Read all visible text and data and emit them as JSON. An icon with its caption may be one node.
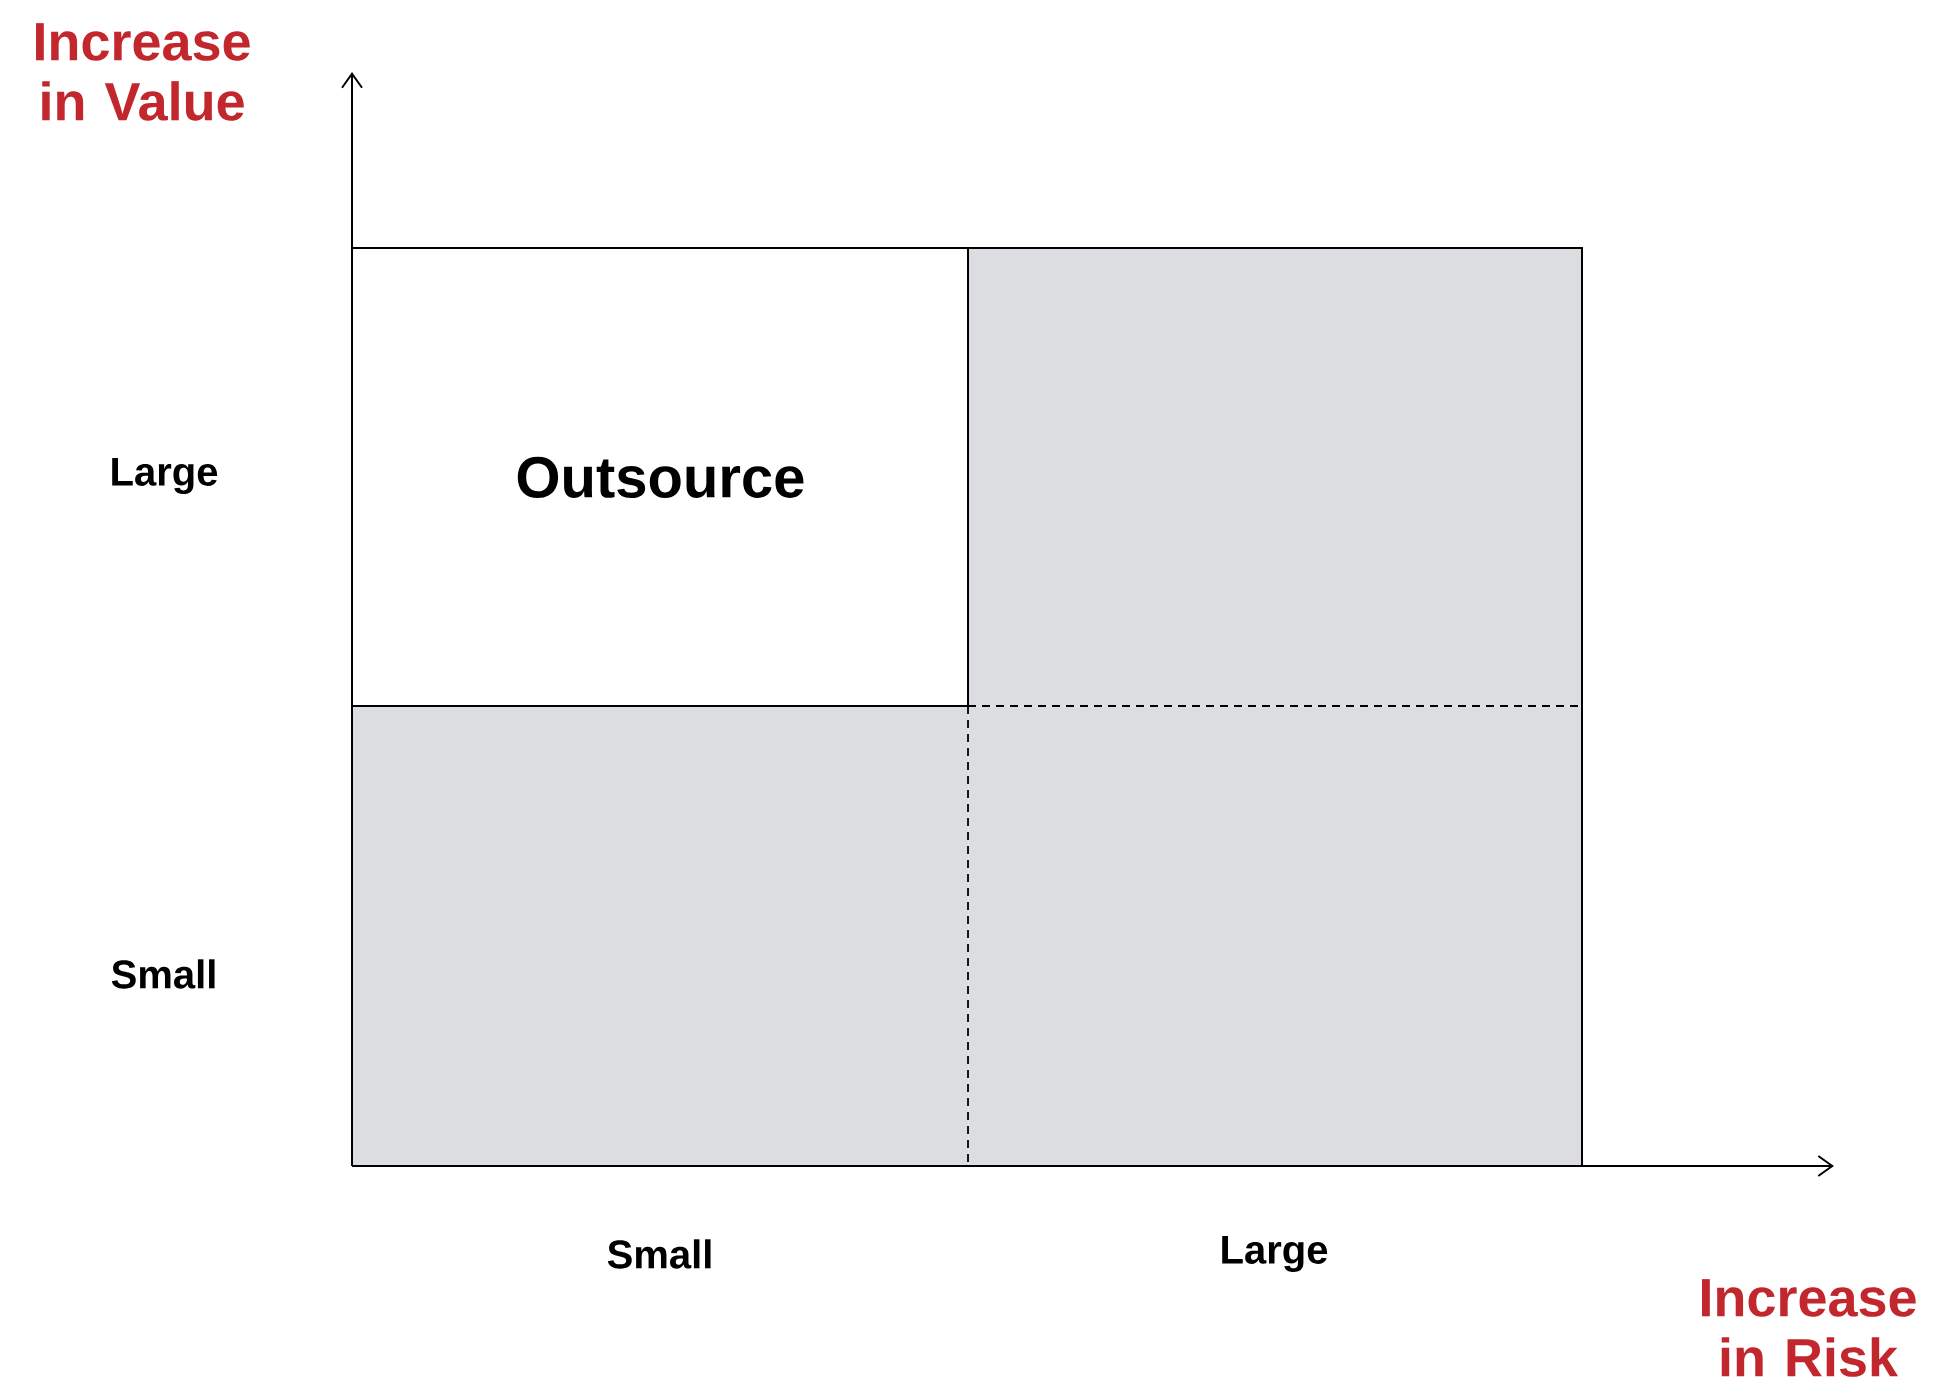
{
  "diagram": {
    "nodes": [
      {
        "text": [
          "Outsource"
        ]
      },
      {
        "text": [],
        "shape": "box"
      },
      {
        "text": [],
        "shape": "box"
      },
      {
        "text": [],
        "shape": "box"
      }
    ],
    "labels": [
      "Increase in Value",
      "Large",
      "Small",
      "Small",
      "Large",
      "Increase in Risk"
    ]
  }
}
